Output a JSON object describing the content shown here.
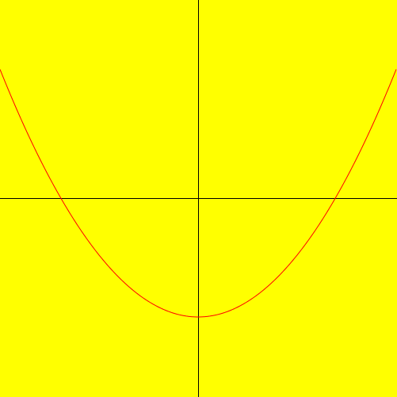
{
  "colors": {
    "background": "#ffff00",
    "axes": "#000000",
    "curve": "#ff0000"
  },
  "chart_data": {
    "type": "line",
    "title": "",
    "xlabel": "",
    "ylabel": "",
    "xlim": [
      -5,
      5
    ],
    "ylim": [
      -5,
      5
    ],
    "grid": false,
    "legend": "none",
    "series": [
      {
        "equation": "y = x^2/4 - 3",
        "x": [
          -4,
          -3,
          -2,
          -1,
          0,
          1,
          2,
          3,
          4
        ],
        "y": [
          1,
          -0.75,
          -2,
          -2.75,
          -3,
          -2.75,
          -2,
          -0.75,
          1
        ]
      }
    ]
  }
}
